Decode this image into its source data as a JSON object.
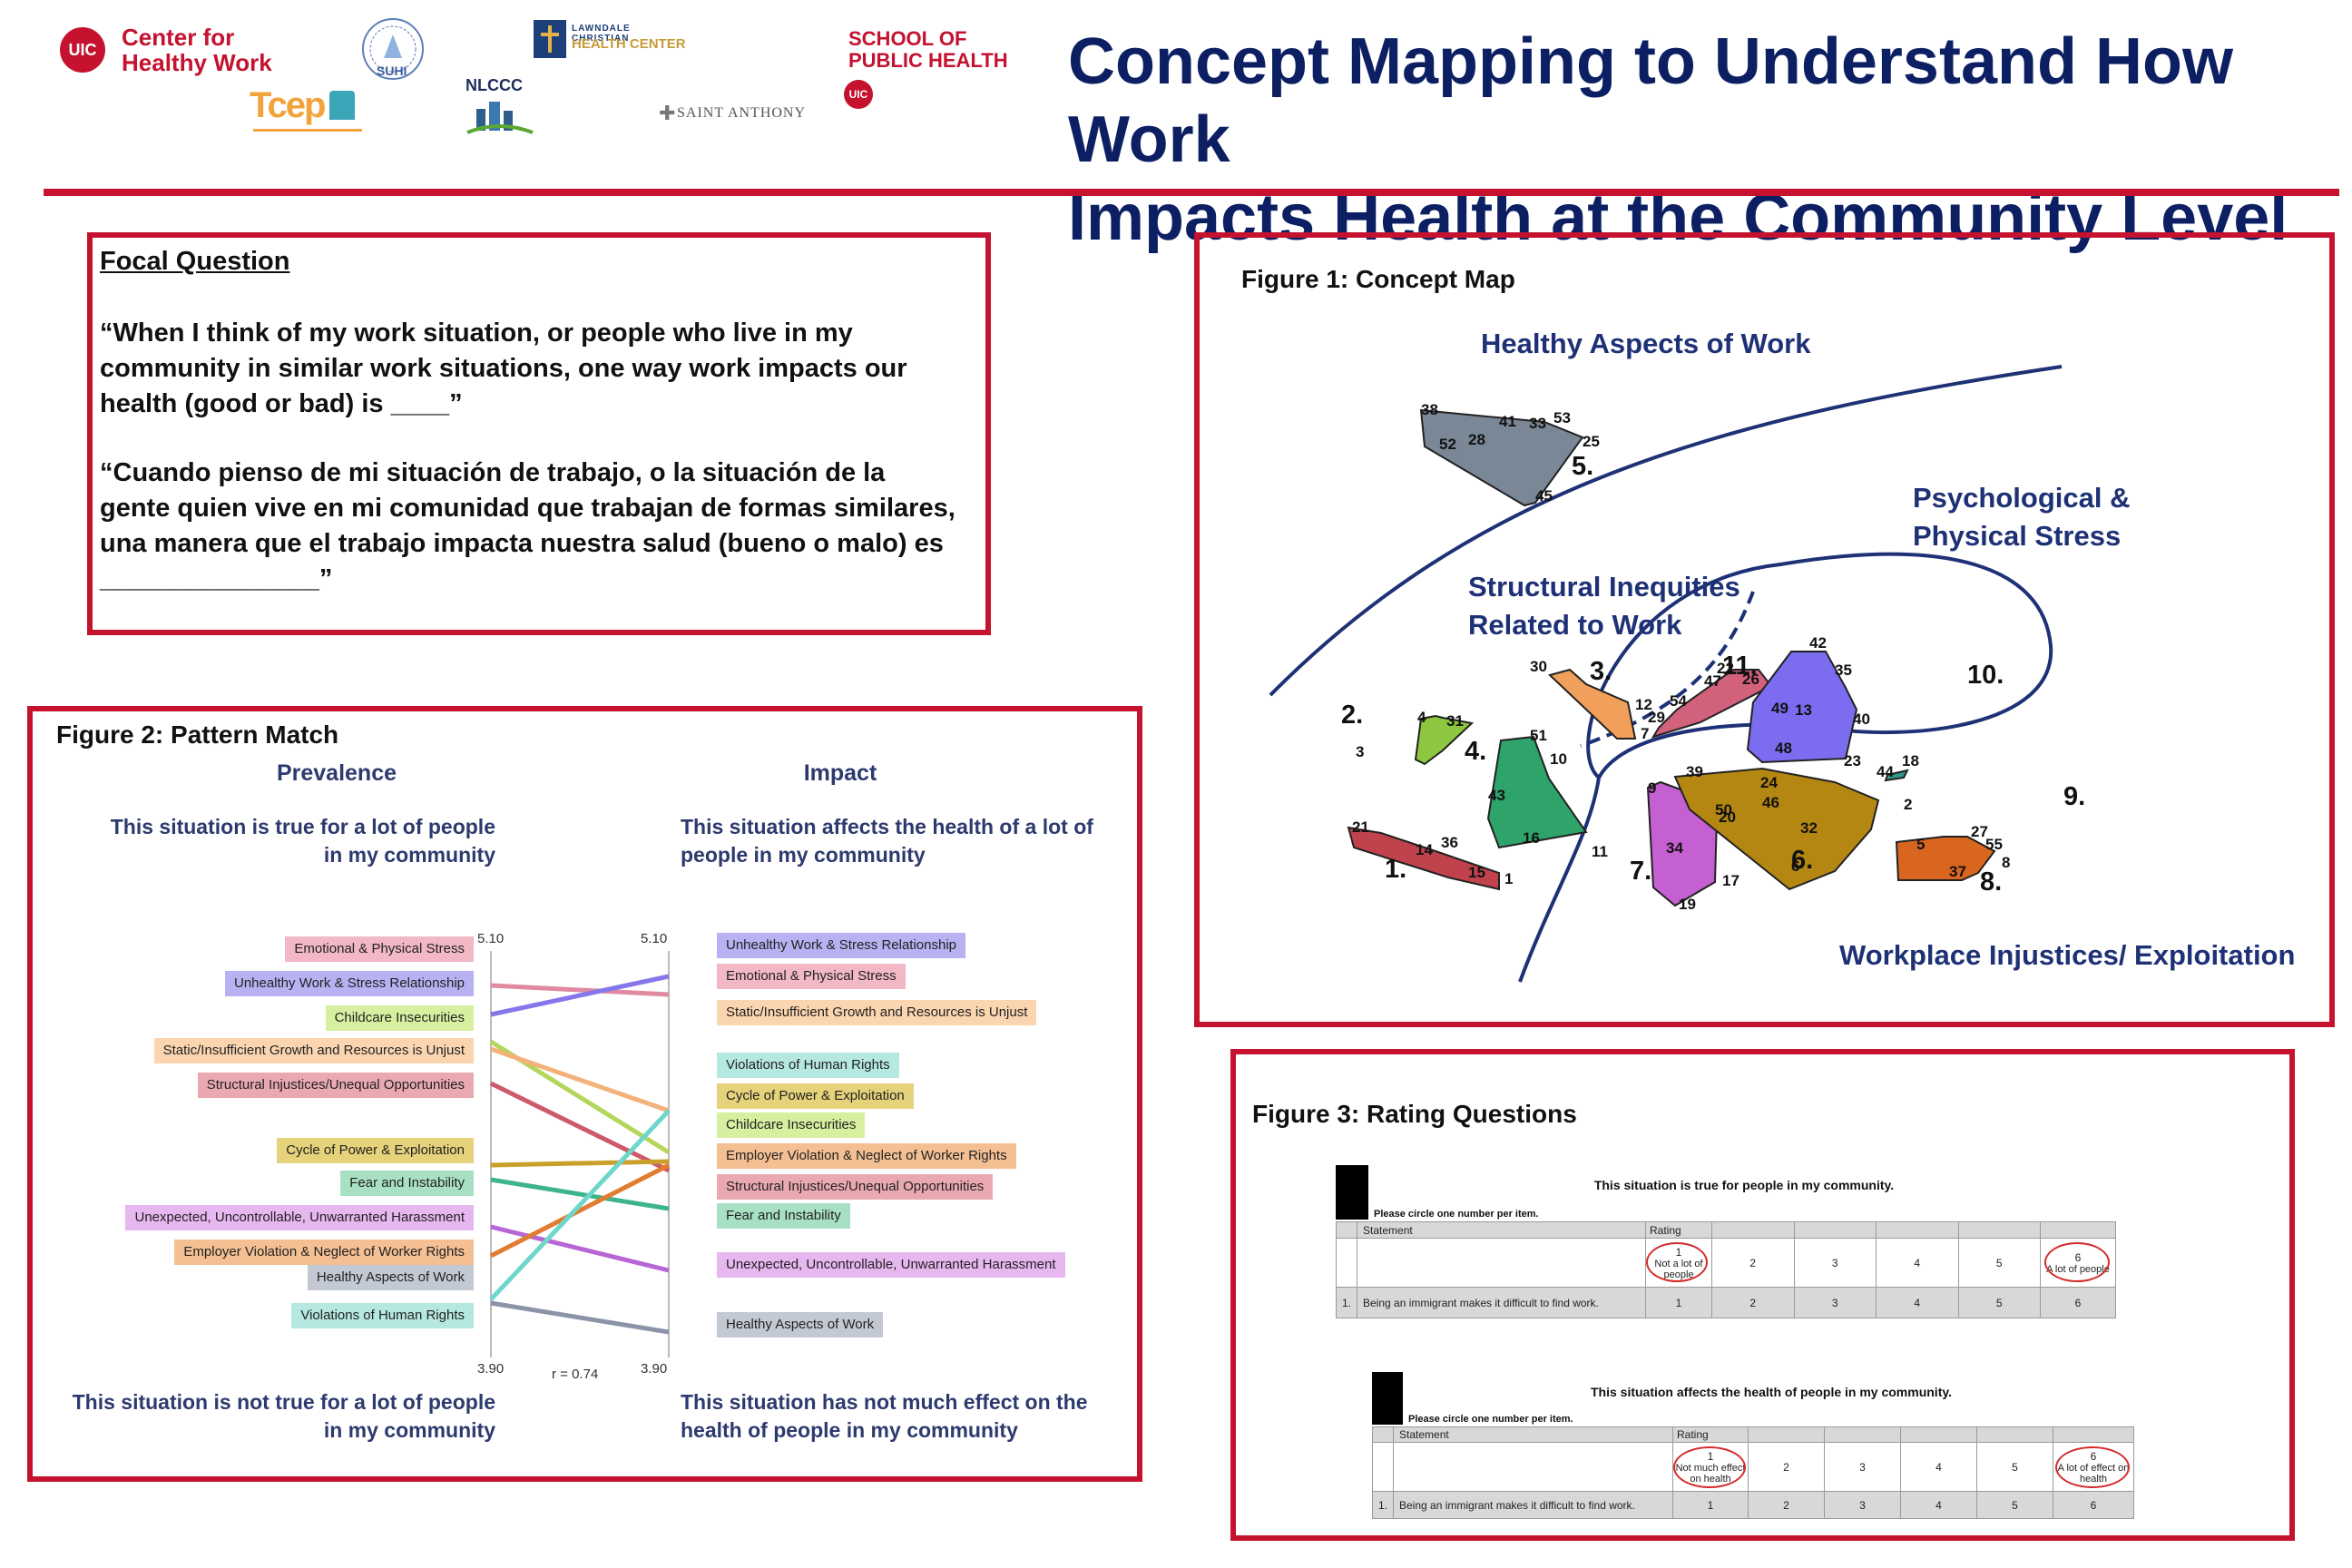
{
  "header": {
    "title_line1": "Concept Mapping to Understand How Work",
    "title_line2": "Impacts Health at the Community Level",
    "logos": {
      "uic_badge": "UIC",
      "chw_line1": "Center for",
      "chw_line2": "Healthy Work",
      "suhi": "SUHI",
      "lawndale_line1": "LAWNDALE CHRISTIAN",
      "lawndale_line2": "HEALTH CENTER",
      "sph_line1": "SCHOOL OF",
      "sph_line2": "PUBLIC HEALTH",
      "sph_badge": "UIC",
      "tcep": "Tcep",
      "nlccc": "NLCCC",
      "saint_anthony": "SAINT ANTHONY"
    },
    "accent_color": "#c4122f",
    "title_color": "#0d1f63"
  },
  "focal": {
    "title": "Focal Question",
    "english": "“When I think of my work situation, or people who live in my community in similar work situations, one way work impacts our health (good or bad) is ____”",
    "spanish": "“Cuando pienso de mi situación de trabajo, o la situación de la gente quien vive en mi comunidad que trabajan de formas similares, una manera que el trabajo impacta nuestra salud (bueno o malo) es _______________”"
  },
  "figure1": {
    "caption": "Figure 1:  Concept Map",
    "labels": {
      "healthy": "Healthy Aspects of Work",
      "psych_line1": "Psychological &",
      "psych_line2": "Physical Stress",
      "struct_line1": "Structural Inequities",
      "struct_line2": "Related to Work",
      "injustices": "Workplace Injustices/ Exploitation"
    },
    "clusters": [
      {
        "id": "1.",
        "color": "#c0424c",
        "points": [
          "21",
          "14",
          "36",
          "15",
          "1"
        ]
      },
      {
        "id": "2.",
        "color": "#8dc63f",
        "points": [
          "3",
          "4",
          "31"
        ]
      },
      {
        "id": "3.",
        "color": "#f0a05a",
        "points": [
          "30",
          "12",
          "7"
        ]
      },
      {
        "id": "4.",
        "color": "#2ea36a",
        "points": [
          "51",
          "10",
          "43",
          "16",
          "11"
        ]
      },
      {
        "id": "5.",
        "color": "#7a8797",
        "points": [
          "38",
          "41",
          "52",
          "28",
          "33",
          "53",
          "25",
          "45"
        ]
      },
      {
        "id": "6.",
        "color": "#b38712",
        "points": [
          "39",
          "24",
          "46",
          "50",
          "32",
          "2",
          "6"
        ]
      },
      {
        "id": "7.",
        "color": "#c560d3",
        "points": [
          "9",
          "20",
          "34",
          "17",
          "19"
        ]
      },
      {
        "id": "8.",
        "color": "#d9661f",
        "points": [
          "27",
          "55",
          "5",
          "8",
          "37"
        ]
      },
      {
        "id": "9.",
        "color": "#2e9a8a",
        "points": [
          "44",
          "18"
        ]
      },
      {
        "id": "10.",
        "color": "#7b6cf0",
        "points": [
          "42",
          "35",
          "49",
          "13",
          "40",
          "48",
          "23"
        ]
      },
      {
        "id": "11.",
        "color": "#d2617c",
        "points": [
          "22",
          "47",
          "26",
          "54",
          "29"
        ]
      }
    ]
  },
  "figure2": {
    "caption": "Figure 2:  Pattern Match",
    "prevalence_head": "Prevalence",
    "impact_head": "Impact",
    "prevalence_top_line1": "This situation is true for a lot of people",
    "prevalence_top_line2": "in my community",
    "impact_top_line1": "This situation affects the health of a lot of",
    "impact_top_line2": "people in my community",
    "prevalence_bottom_line1": "This situation is not true for a lot of people",
    "prevalence_bottom_line2": "in my community",
    "impact_bottom_line1": "This situation has not much effect on the",
    "impact_bottom_line2": "health of people in my community",
    "axis_max_left": "5.10",
    "axis_max_right": "5.10",
    "axis_min_left": "3.90",
    "axis_min_right": "3.90",
    "correlation": "r = 0.74",
    "left_labels": [
      {
        "text": "Emotional & Physical Stress",
        "color": "#f2b8c6"
      },
      {
        "text": "Unhealthy Work & Stress Relationship",
        "color": "#b8b1f2"
      },
      {
        "text": "Childcare Insecurities",
        "color": "#d7f0a0"
      },
      {
        "text": "Static/Insufficient Growth and Resources is Unjust",
        "color": "#fbd5b0"
      },
      {
        "text": "Structural Injustices/Unequal Opportunities",
        "color": "#eaa9b1"
      },
      {
        "text": "Cycle of Power & Exploitation",
        "color": "#e6d27a"
      },
      {
        "text": "Fear and Instability",
        "color": "#a8e0c4"
      },
      {
        "text": "Unexpected, Uncontrollable, Unwarranted Harassment",
        "color": "#e7b7f0"
      },
      {
        "text": "Employer Violation & Neglect of Worker Rights",
        "color": "#f3bf93"
      },
      {
        "text": "Healthy Aspects of Work",
        "color": "#c3c9d3"
      },
      {
        "text": "Violations of Human Rights",
        "color": "#b5e8e0"
      }
    ],
    "right_labels": [
      {
        "text": "Unhealthy Work & Stress Relationship",
        "color": "#b8b1f2"
      },
      {
        "text": "Emotional & Physical Stress",
        "color": "#f2b8c6"
      },
      {
        "text": "Static/Insufficient Growth and Resources is Unjust",
        "color": "#fbd5b0"
      },
      {
        "text": "Violations of Human Rights",
        "color": "#b5e8e0"
      },
      {
        "text": "Cycle of Power & Exploitation",
        "color": "#e6d27a"
      },
      {
        "text": "Childcare Insecurities",
        "color": "#d7f0a0"
      },
      {
        "text": "Employer Violation & Neglect of Worker Rights",
        "color": "#f3bf93"
      },
      {
        "text": "Structural Injustices/Unequal Opportunities",
        "color": "#eaa9b1"
      },
      {
        "text": "Fear and Instability",
        "color": "#a8e0c4"
      },
      {
        "text": "Unexpected, Uncontrollable, Unwarranted Harassment",
        "color": "#e7b7f0"
      },
      {
        "text": "Healthy Aspects of Work",
        "color": "#c3c9d3"
      }
    ]
  },
  "figure3": {
    "caption": "Figure 3:  Rating Questions",
    "table1": {
      "title": "This situation is true for people in my community.",
      "instruction": "Please circle one number per item.",
      "col_statement": "Statement",
      "col_rating": "Rating",
      "low_num": "1",
      "low_label": "Not a lot of people",
      "high_num": "6",
      "high_label": "A lot of people",
      "row_num": "1.",
      "row_text": "Being an immigrant makes it difficult to find work.",
      "ratings": [
        "1",
        "2",
        "3",
        "4",
        "5",
        "6"
      ]
    },
    "table2": {
      "title": "This situation affects the health of people in my community.",
      "instruction": "Please circle one number per item.",
      "col_statement": "Statement",
      "col_rating": "Rating",
      "low_num": "1",
      "low_label": "Not much effect on health",
      "high_num": "6",
      "high_label": "A lot of effect on health",
      "row_num": "1.",
      "row_text": "Being an immigrant makes it difficult to find work.",
      "ratings": [
        "1",
        "2",
        "3",
        "4",
        "5",
        "6"
      ]
    }
  }
}
